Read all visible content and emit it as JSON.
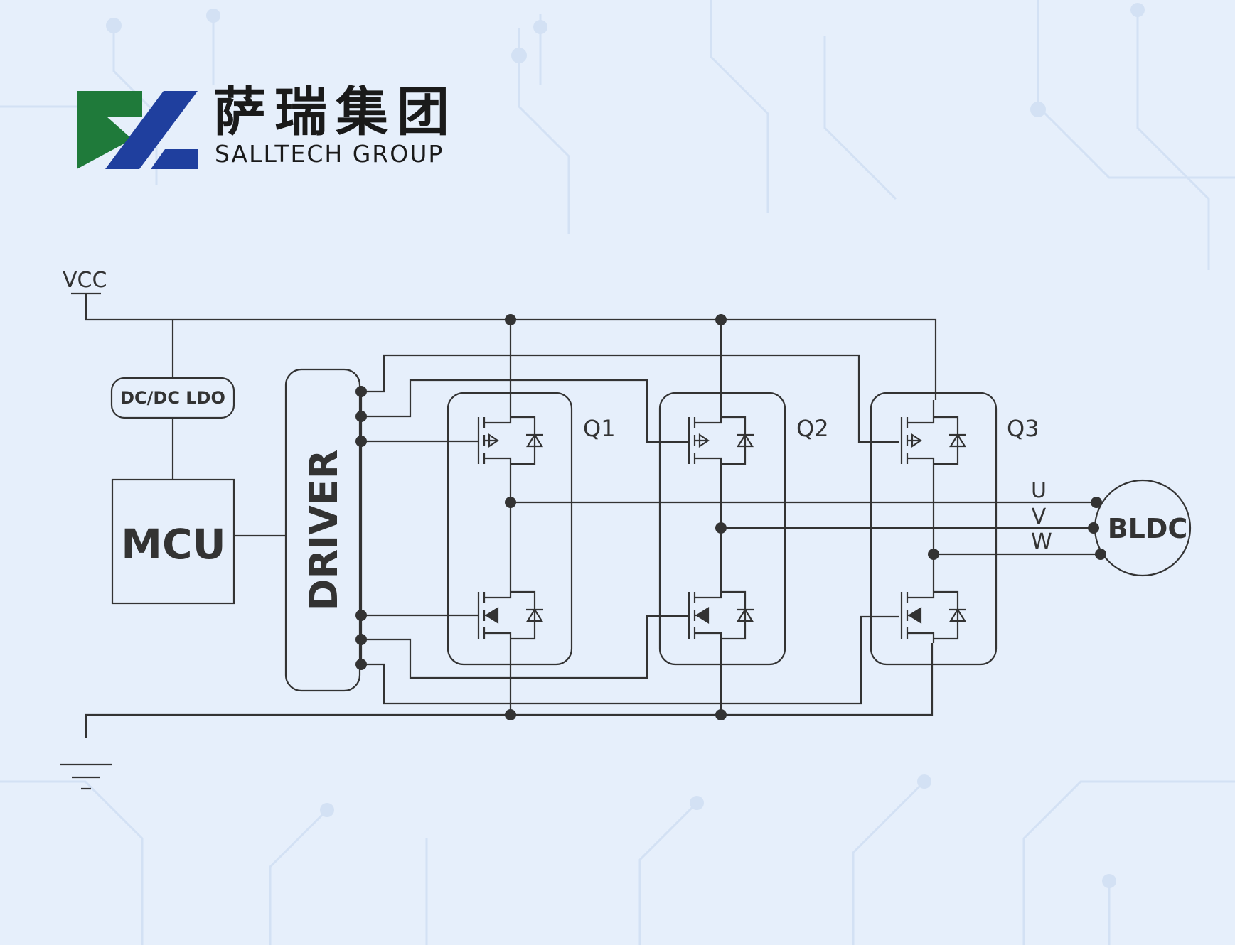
{
  "colors": {
    "background": "#e6effb",
    "trace": "#d3e1f4",
    "wire": "#333333",
    "logo_green": "#1f7a3a",
    "logo_blue": "#1f3f9e",
    "brand_text": "#1a1a1a"
  },
  "brand": {
    "name_cn": "萨瑞集团",
    "name_en": "SALLTECH GROUP",
    "logo_icon": "salltech-logo-icon"
  },
  "diagram": {
    "supply_label": "VCC",
    "ldo_label": "DC/DC LDO",
    "mcu_label": "MCU",
    "driver_label": "DRIVER",
    "transistor_pairs": [
      "Q1",
      "Q2",
      "Q3"
    ],
    "phases": [
      "U",
      "V",
      "W"
    ],
    "motor_label": "BLDC",
    "ground_icon": "ground-icon",
    "mosfet_icon": "mosfet-icon",
    "diode_icon": "diode-icon"
  }
}
